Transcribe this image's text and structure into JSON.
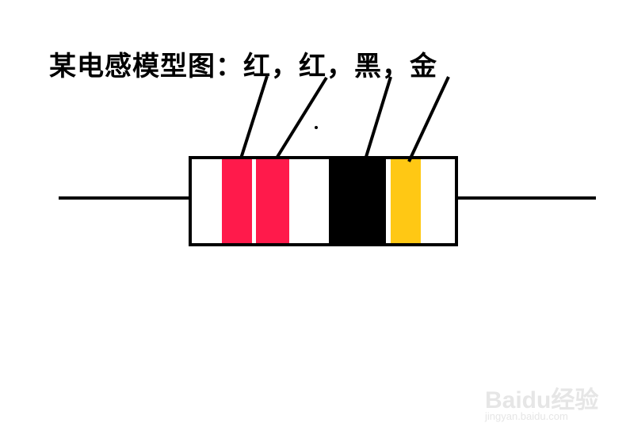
{
  "title": "某电感模型图：红，红，黑，金",
  "bands": [
    {
      "name": "红",
      "color": "#ff1a4b"
    },
    {
      "name": "红",
      "color": "#ff1a4b"
    },
    {
      "name": "黑",
      "color": "#000000"
    },
    {
      "name": "金",
      "color": "#ffc814"
    }
  ],
  "colors": {
    "outline": "#000000",
    "body": "#ffffff"
  },
  "watermark": {
    "logo": "Baidu经验",
    "url": "jingyan.baidu.com"
  }
}
